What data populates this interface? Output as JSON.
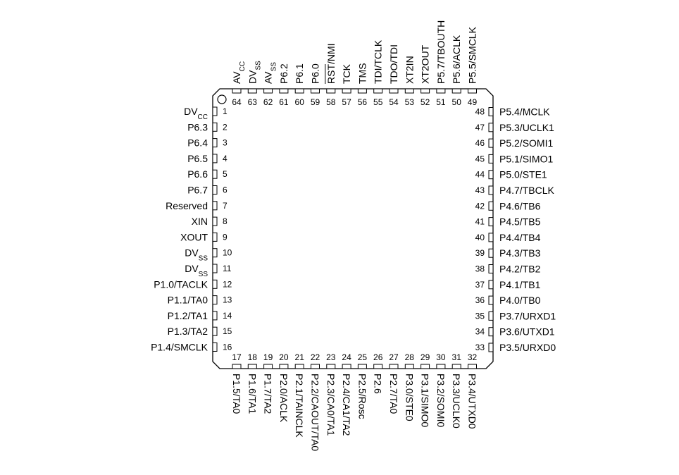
{
  "chip": {
    "left_pins": [
      {
        "num": "1",
        "name": "DV",
        "sub": "CC"
      },
      {
        "num": "2",
        "name": "P6.3"
      },
      {
        "num": "3",
        "name": "P6.4"
      },
      {
        "num": "4",
        "name": "P6.5"
      },
      {
        "num": "5",
        "name": "P6.6"
      },
      {
        "num": "6",
        "name": "P6.7"
      },
      {
        "num": "7",
        "name": "Reserved"
      },
      {
        "num": "8",
        "name": "XIN"
      },
      {
        "num": "9",
        "name": "XOUT"
      },
      {
        "num": "10",
        "name": "DV",
        "sub": "SS"
      },
      {
        "num": "11",
        "name": "DV",
        "sub": "SS"
      },
      {
        "num": "12",
        "name": "P1.0/TACLK"
      },
      {
        "num": "13",
        "name": "P1.1/TA0"
      },
      {
        "num": "14",
        "name": "P1.2/TA1"
      },
      {
        "num": "15",
        "name": "P1.3/TA2"
      },
      {
        "num": "16",
        "name": "P1.4/SMCLK"
      }
    ],
    "bottom_pins": [
      {
        "num": "17",
        "name": "P1.5/TA0"
      },
      {
        "num": "18",
        "name": "P1.6/TA1"
      },
      {
        "num": "19",
        "name": "P1.7/TA2"
      },
      {
        "num": "20",
        "name": "P2.0/ACLK"
      },
      {
        "num": "21",
        "name": "P2.1/TAINCLK"
      },
      {
        "num": "22",
        "name": "P2.2/CAOUT/TA0"
      },
      {
        "num": "23",
        "name": "P2.3/CA0/TA1"
      },
      {
        "num": "24",
        "name": "P2.4/CA1/TA2"
      },
      {
        "num": "25",
        "name": "P2.5/Rosc"
      },
      {
        "num": "26",
        "name": "P2.6"
      },
      {
        "num": "27",
        "name": "P2.7/TA0"
      },
      {
        "num": "28",
        "name": "P3.0/STE0"
      },
      {
        "num": "29",
        "name": "P3.1/SIMO0"
      },
      {
        "num": "30",
        "name": "P3.2/SOMI0"
      },
      {
        "num": "31",
        "name": "P3.3/UCLK0"
      },
      {
        "num": "32",
        "name": "P3.4/UTXD0"
      }
    ],
    "right_pins": [
      {
        "num": "33",
        "name": "P3.5/URXD0"
      },
      {
        "num": "34",
        "name": "P3.6/UTXD1"
      },
      {
        "num": "35",
        "name": "P3.7/URXD1"
      },
      {
        "num": "36",
        "name": "P4.0/TB0"
      },
      {
        "num": "37",
        "name": "P4.1/TB1"
      },
      {
        "num": "38",
        "name": "P4.2/TB2"
      },
      {
        "num": "39",
        "name": "P4.3/TB3"
      },
      {
        "num": "40",
        "name": "P4.4/TB4"
      },
      {
        "num": "41",
        "name": "P4.5/TB5"
      },
      {
        "num": "42",
        "name": "P4.6/TB6"
      },
      {
        "num": "43",
        "name": "P4.7/TBCLK"
      },
      {
        "num": "44",
        "name": "P5.0/STE1"
      },
      {
        "num": "45",
        "name": "P5.1/SIMO1"
      },
      {
        "num": "46",
        "name": "P5.2/SOMI1"
      },
      {
        "num": "47",
        "name": "P5.3/UCLK1"
      },
      {
        "num": "48",
        "name": "P5.4/MCLK"
      }
    ],
    "top_pins": [
      {
        "num": "64",
        "name": "AV",
        "sub": "CC"
      },
      {
        "num": "63",
        "name": "DV",
        "sub": "SS"
      },
      {
        "num": "62",
        "name": "AV",
        "sub": "SS"
      },
      {
        "num": "61",
        "name": "P6.2"
      },
      {
        "num": "60",
        "name": "P6.1"
      },
      {
        "num": "59",
        "name": "P6.0"
      },
      {
        "num": "58",
        "name": "RST/NMI",
        "overline": "RST"
      },
      {
        "num": "57",
        "name": "TCK"
      },
      {
        "num": "56",
        "name": "TMS"
      },
      {
        "num": "55",
        "name": "TDI/TCLK"
      },
      {
        "num": "54",
        "name": "TDO/TDI"
      },
      {
        "num": "53",
        "name": "XT2IN"
      },
      {
        "num": "52",
        "name": "XT2OUT"
      },
      {
        "num": "51",
        "name": "P5.7/TBOUTH"
      },
      {
        "num": "50",
        "name": "P5.6/ACLK"
      },
      {
        "num": "49",
        "name": "P5.5/SMCLK"
      }
    ]
  }
}
